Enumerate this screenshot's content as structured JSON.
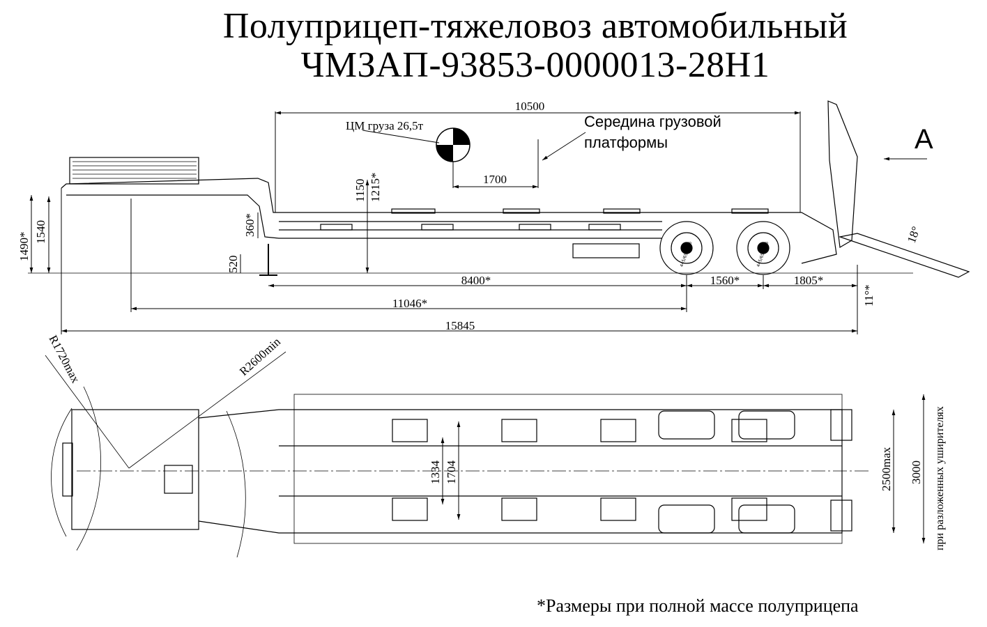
{
  "title": {
    "line1": "Полуприцеп-тяжеловоз автомобильный",
    "line2": "ЧМЗАП-93853-0000013-28Н1"
  },
  "view_label": "А",
  "side_view": {
    "cm_label": "ЦМ груза 26,5т",
    "platform_label_1": "Середина грузовой",
    "platform_label_2": "платформы",
    "dims": {
      "platform_len": "10500",
      "cm_offset": "1700",
      "h1150": "1150",
      "h1215": "1215*",
      "h1490": "1490*",
      "h1540": "1540",
      "h360": "360*",
      "h520": "520",
      "d8400": "8400*",
      "d1560": "1560*",
      "d1805": "1805*",
      "d11046": "11046*",
      "d15845": "15845",
      "angle11": "11°*",
      "angle18": "18°"
    },
    "tire_text": "445/65R22.5"
  },
  "top_view": {
    "dims": {
      "r1720": "R1720max",
      "r2600": "R2600min",
      "w1334": "1334",
      "w1704": "1704",
      "w2500": "2500max",
      "w3000": "3000",
      "w3000_note": "при разложенных уширителях"
    }
  },
  "footnote": "*Размеры при полной массе полуприцепа"
}
